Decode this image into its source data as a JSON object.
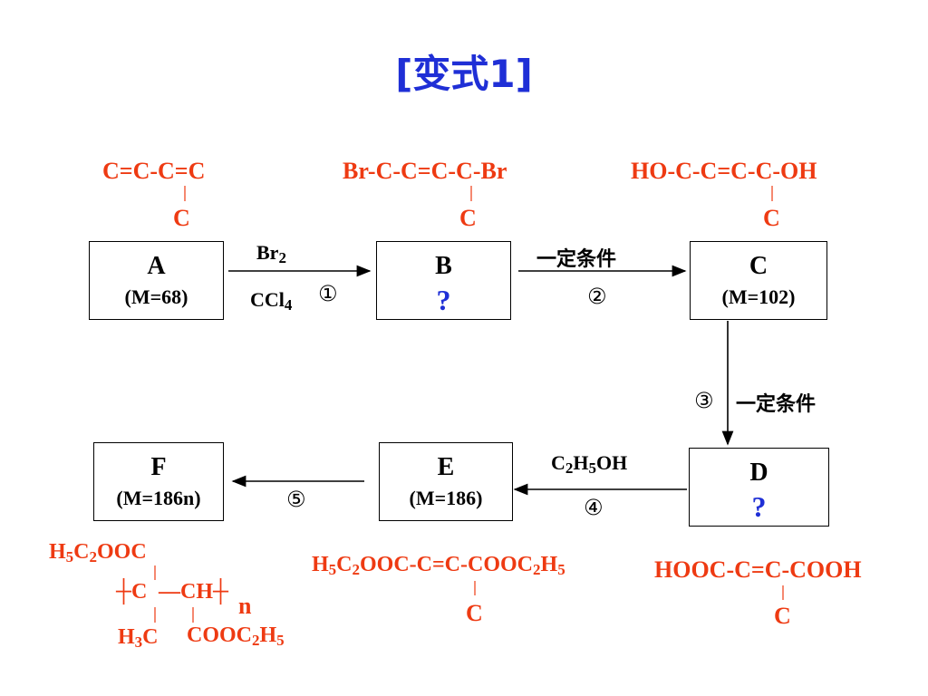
{
  "title": "[变式1]",
  "boxes": {
    "A": {
      "letter": "A",
      "mass": "(M=68)"
    },
    "B": {
      "letter": "B",
      "mark": "?"
    },
    "C": {
      "letter": "C",
      "mass": "(M=102)"
    },
    "D": {
      "letter": "D",
      "mark": "?"
    },
    "E": {
      "letter": "E",
      "mass": "(M=186)"
    },
    "F": {
      "letter": "F",
      "mass": "(M=186n)"
    }
  },
  "structures": {
    "A": {
      "main": "C=C-C=C",
      "branch": "C"
    },
    "B": {
      "main": "Br-C-C=C-C-Br",
      "branch": "C"
    },
    "C": {
      "main": "HO-C-C=C-C-OH",
      "branch": "C"
    },
    "D": {
      "main": "HOOC-C=C-COOH",
      "branch": "C"
    },
    "E": {
      "branch": "C"
    },
    "F": {
      "rep_left": "┼C",
      "rep_mid": "—CH┼",
      "n": "n",
      "bottom_right": "COOC",
      "bottom_right_sub": "2",
      "bottom_right_end": "H"
    }
  },
  "steps": {
    "step1": {
      "reagent_top": "Br",
      "reagent_bottom": "CCl",
      "number": "①"
    },
    "step2": {
      "condition": "一定条件",
      "number": "②"
    },
    "step3": {
      "condition": "一定条件",
      "number": "③"
    },
    "step4": {
      "reagent": "C",
      "number": "④"
    },
    "step5": {
      "number": "⑤"
    }
  },
  "colors": {
    "title": "#1f2fd6",
    "structures": "#ee3a12",
    "question": "#1f2fd6",
    "text": "#000000"
  }
}
